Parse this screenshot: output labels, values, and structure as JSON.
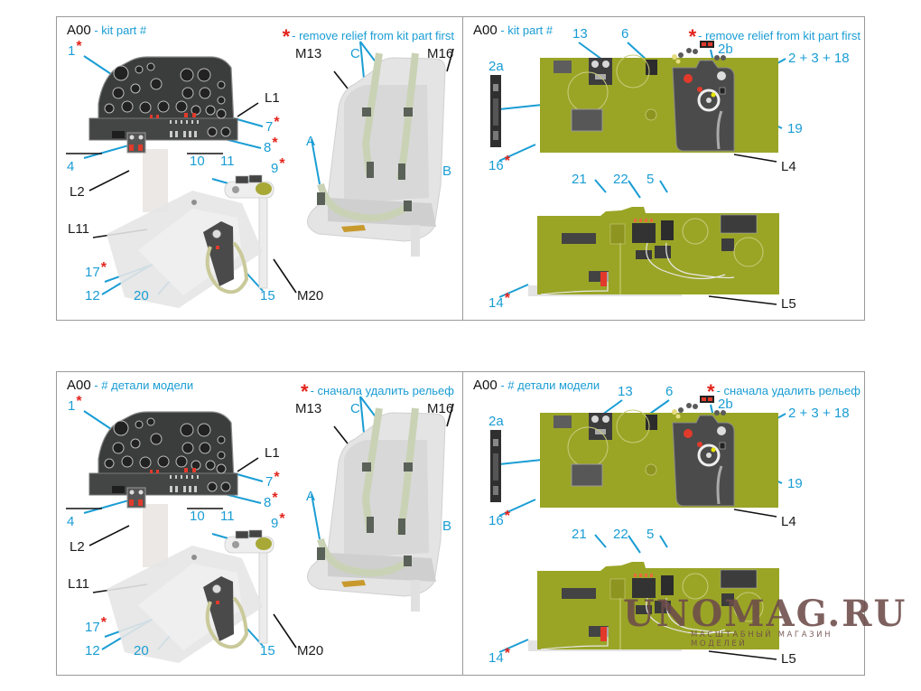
{
  "colors": {
    "accent_blue": "#1a9dd4",
    "required_red": "#e3231b",
    "panel_green": "#9aa526",
    "panel_dark": "#3f3f3f",
    "kit_grey": "#e6e6e6",
    "watermark": "#6d4c4a"
  },
  "sheets": [
    {
      "language": "en",
      "left": {
        "code": "A00",
        "code_note": "- kit part #",
        "star_note": "- remove relief from kit part first",
        "callouts": {
          "c1": "1",
          "L1": "L1",
          "c7": "7",
          "c8": "8",
          "c4": "4",
          "L2": "L2",
          "c10": "10",
          "c11": "11",
          "c9": "9",
          "L11": "L11",
          "c17": "17",
          "c12": "12",
          "c20": "20",
          "c15": "15",
          "M20": "M20",
          "M13": "M13",
          "C": "C",
          "M16": "M16",
          "A": "A",
          "B": "B"
        }
      },
      "right": {
        "code": "A00",
        "code_note": "- kit part #",
        "star_note": "- remove relief from kit part first",
        "callouts": {
          "c13": "13",
          "c6": "6",
          "c2b": "2b",
          "c2_3_18": "2 + 3 + 18",
          "c2a": "2a",
          "c19": "19",
          "c16": "16",
          "L4": "L4",
          "c21": "21",
          "c22": "22",
          "c5": "5",
          "c14": "14",
          "L5": "L5"
        }
      }
    },
    {
      "language": "ru",
      "left": {
        "code": "A00",
        "code_note": "- # детали модели",
        "star_note": "- сначала удалить рельеф",
        "callouts": {
          "c1": "1",
          "L1": "L1",
          "c7": "7",
          "c8": "8",
          "c4": "4",
          "L2": "L2",
          "c10": "10",
          "c11": "11",
          "c9": "9",
          "L11": "L11",
          "c17": "17",
          "c12": "12",
          "c20": "20",
          "c15": "15",
          "M20": "M20",
          "M13": "M13",
          "C": "C",
          "M16": "M16",
          "A": "A",
          "B": "B"
        }
      },
      "right": {
        "code": "A00",
        "code_note": "- # детали модели",
        "star_note": "- сначала удалить рельеф",
        "callouts": {
          "c13": "13",
          "c6": "6",
          "c2b": "2b",
          "c2_3_18": "2 + 3 + 18",
          "c2a": "2a",
          "c19": "19",
          "c16": "16",
          "L4": "L4",
          "c21": "21",
          "c22": "22",
          "c5": "5",
          "c14": "14",
          "L5": "L5"
        }
      }
    }
  ],
  "star_symbol": "*",
  "watermark": {
    "brand": "UNOMAG.RU",
    "tagline": "МАСШТАБНЫЙ МАГАЗИН МОДЕЛЕЙ"
  }
}
